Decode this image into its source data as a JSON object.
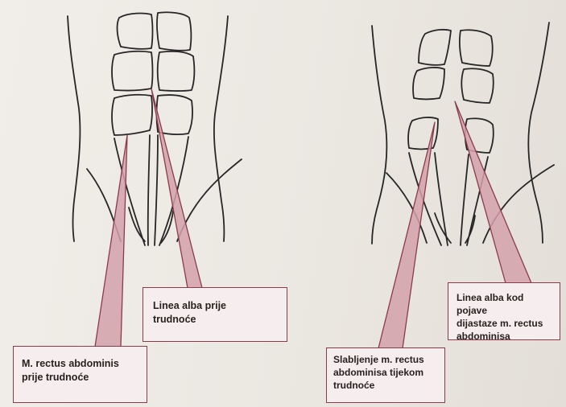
{
  "labels": {
    "linea_before": "Linea alba prije\ntrudnoće",
    "rectus_before": "M. rectus abdominis\nprije trudnoće",
    "linea_diastasis": "Linea alba kod pojave\ndijastaze m. rectus\nabdominisa",
    "rectus_weakening": "Slabljenje m. rectus\nabdominisa tijekom\ntrudnoće"
  },
  "colors": {
    "line_art": "#262626",
    "callout_fill": "#d3a1aa",
    "callout_stroke": "#8a3b4a",
    "label_box_fill": "#f6edee",
    "page": "#eeebe6"
  }
}
